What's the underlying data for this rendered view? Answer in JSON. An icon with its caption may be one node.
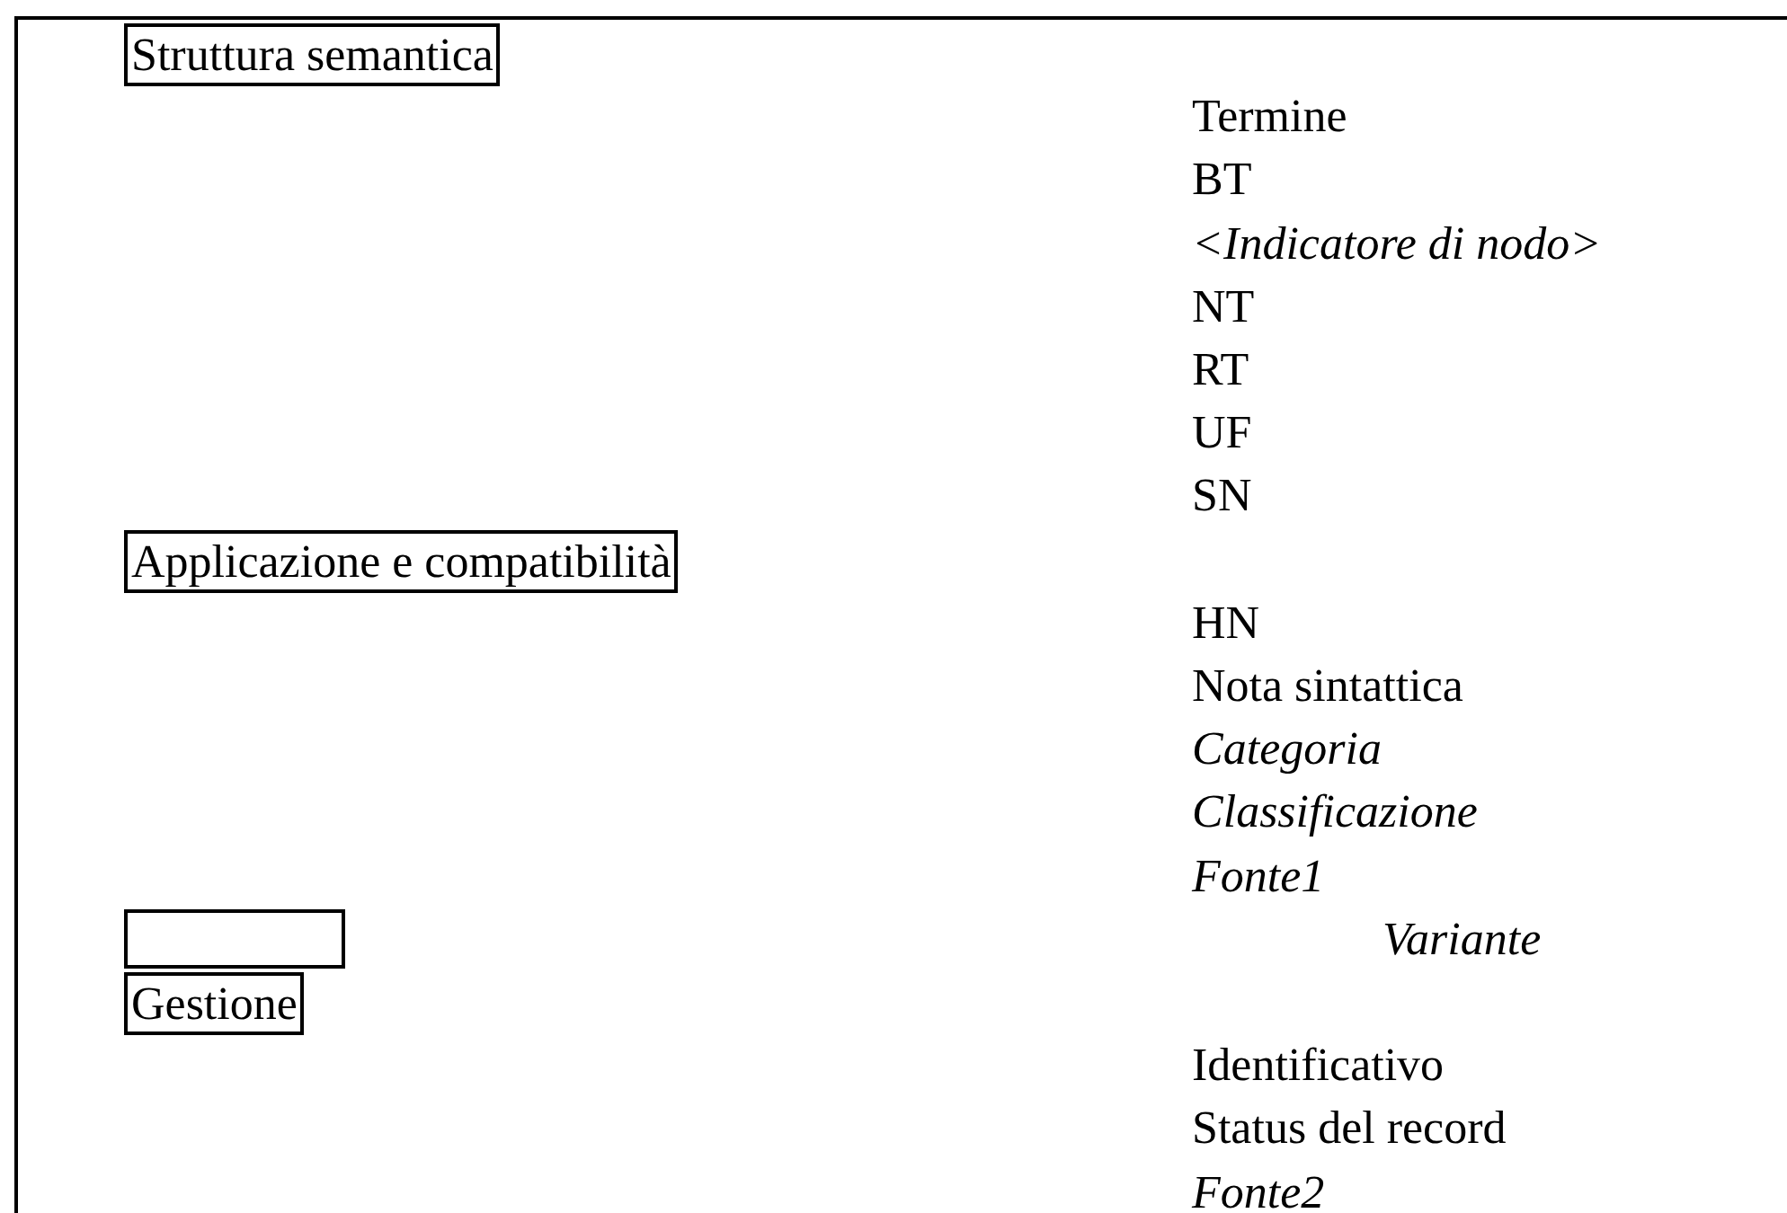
{
  "diagram": {
    "nodes": [
      {
        "text": [],
        "shape": "box"
      },
      {
        "text": [
          "Struttura semantica"
        ],
        "in": 0
      },
      {
        "text": [
          "Applicazione e compatibilità"
        ],
        "in": 0
      },
      {
        "text": [],
        "shape": "box",
        "in": 0
      },
      {
        "text": [
          "Gestione"
        ],
        "in": 0
      }
    ],
    "edges": [],
    "labels": [
      "Termine",
      "BT",
      "<Indicatore di nodo>",
      "NT",
      "RT",
      "UF",
      "SN",
      "HN",
      "Nota sintattica",
      "Categoria",
      "Classificazione",
      "Fonte1",
      "Variante",
      "Identificativo",
      "Status del record",
      "Fonte2"
    ]
  }
}
